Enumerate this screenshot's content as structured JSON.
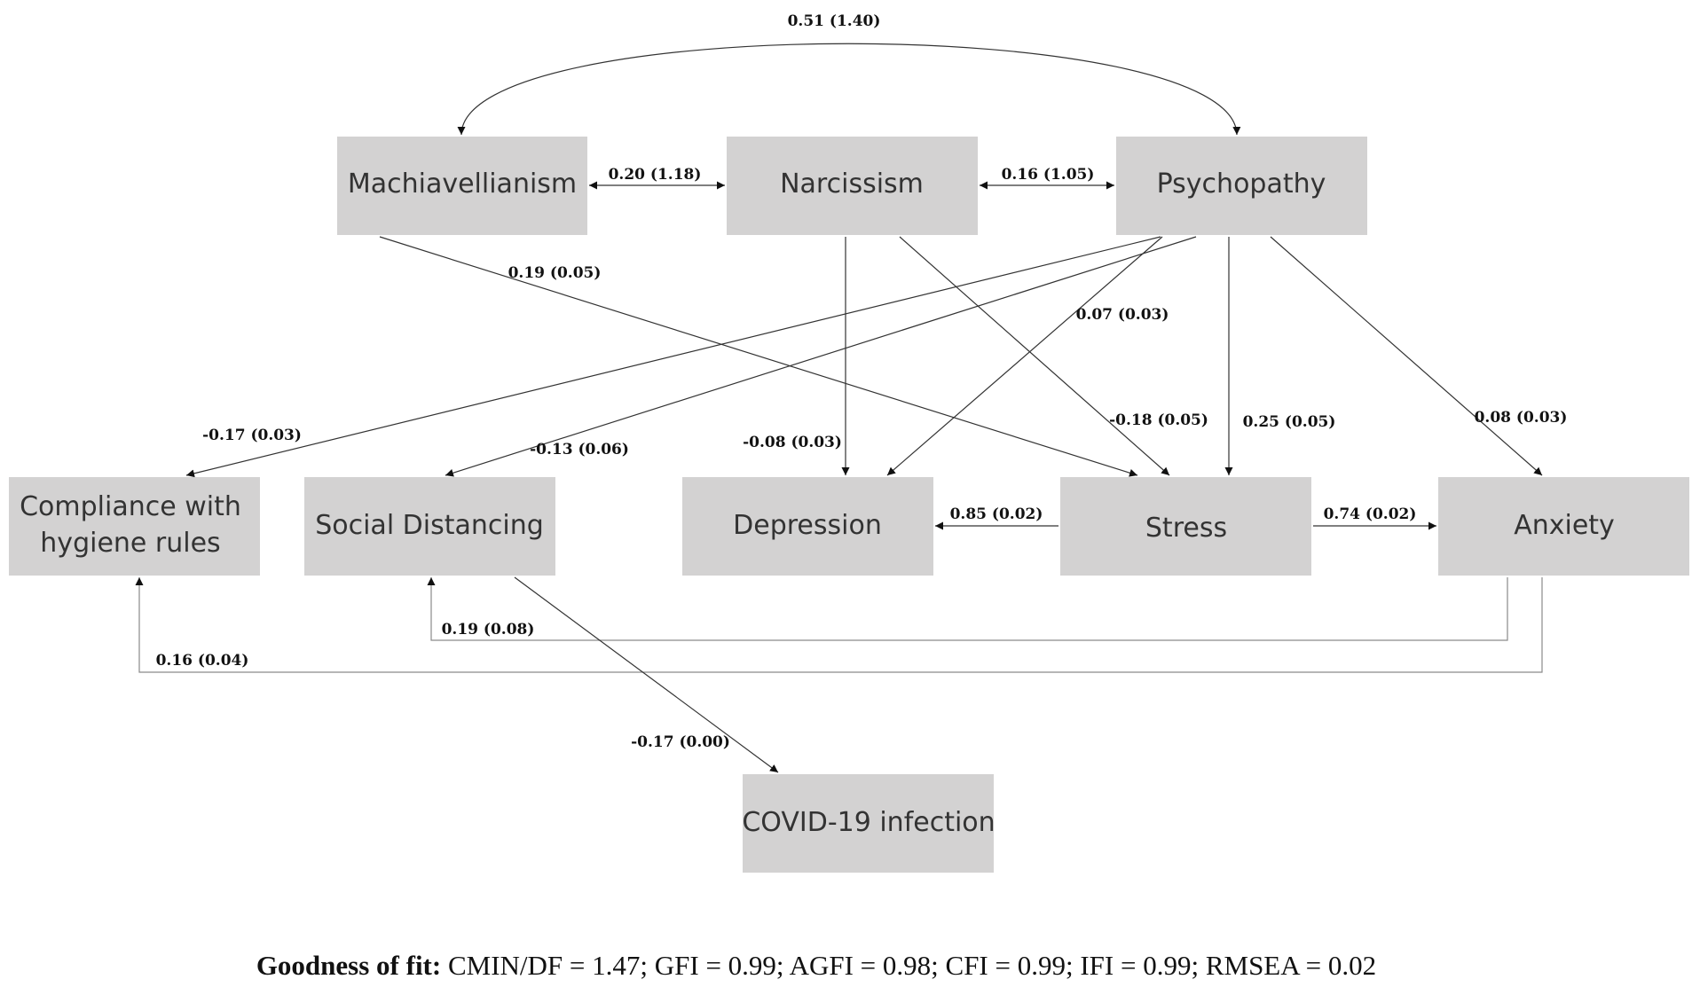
{
  "nodes": {
    "mach": "Machiavellianism",
    "narc": "Narcissism",
    "psych": "Psychopathy",
    "comp_line1": "Compliance with",
    "comp_line2": "hygiene rules",
    "social": "Social Distancing",
    "dep": "Depression",
    "stress": "Stress",
    "anx": "Anxiety",
    "covid": "COVID-19 infection"
  },
  "edges": {
    "mach_psych": "0.51 (1.40)",
    "mach_narc": "0.20 (1.18)",
    "narc_psych": "0.16 (1.05)",
    "mach_stress": "0.19 (0.05)",
    "psych_dep": "0.07 (0.03)",
    "psych_comp": "-0.17 (0.03)",
    "psych_social": "-0.13 (0.06)",
    "narc_dep": "-0.08 (0.03)",
    "narc_stress": "-0.18 (0.05)",
    "psych_stress": "0.25 (0.05)",
    "psych_anx": "0.08 (0.03)",
    "stress_dep": "0.85 (0.02)",
    "stress_anx": "0.74 (0.02)",
    "anx_social": "0.19 (0.08)",
    "anx_comp": "0.16 (0.04)",
    "social_covid": "-0.17 (0.00)"
  },
  "fit": {
    "title": "Goodness of fit:",
    "values": " CMIN/DF = 1.47; GFI = 0.99; AGFI = 0.98; CFI = 0.99; IFI = 0.99; RMSEA = 0.02"
  },
  "colors": {
    "box_fill": "#d3d2d2",
    "line": "#333333"
  }
}
